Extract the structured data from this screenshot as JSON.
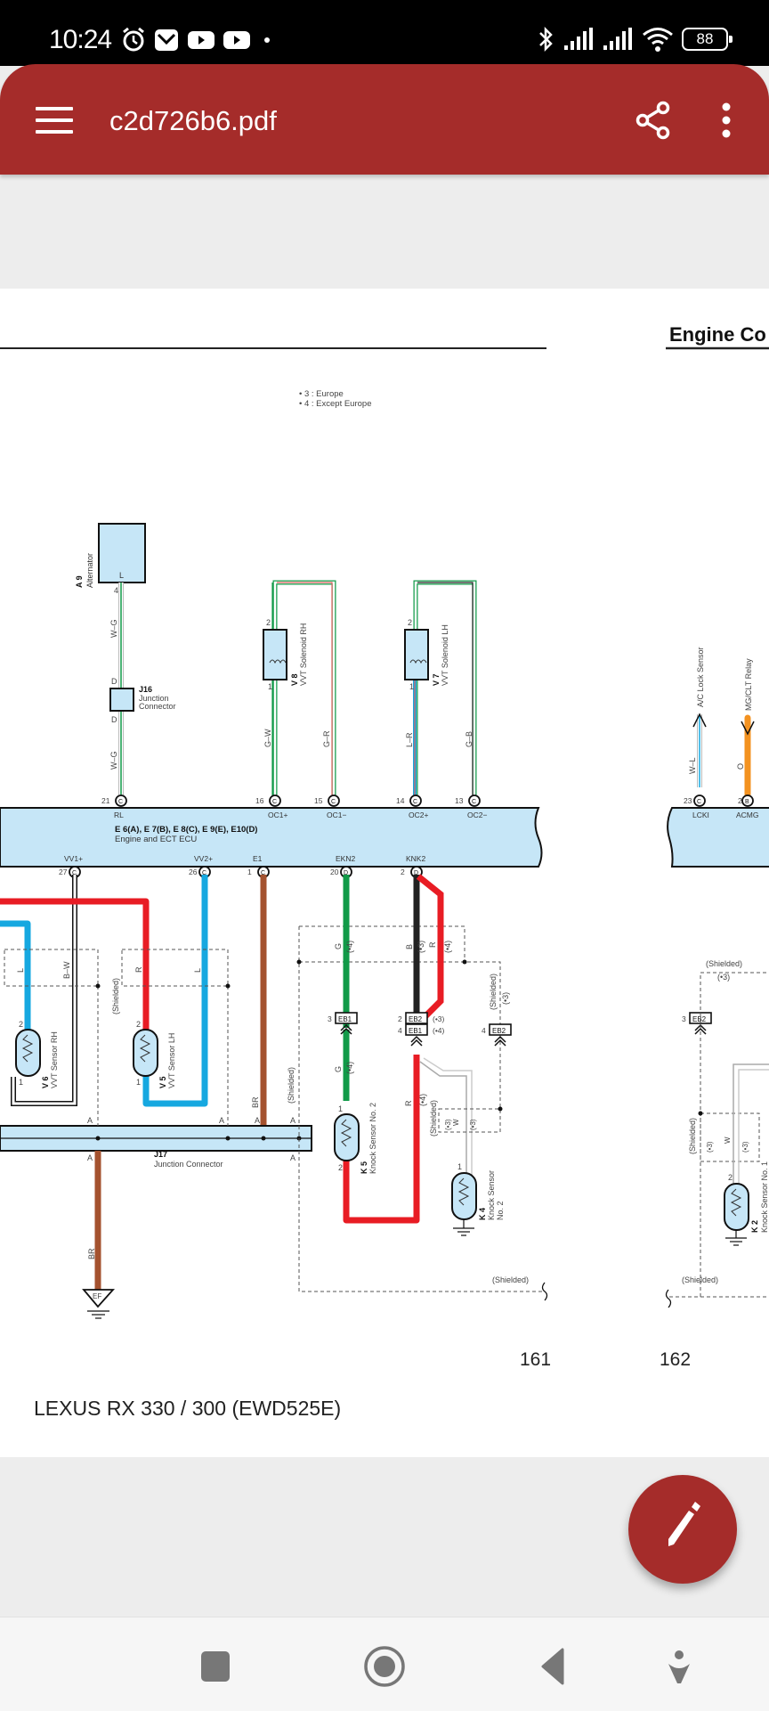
{
  "status_bar": {
    "time": "10:24",
    "battery": "88",
    "left_icons": [
      "alarm-icon",
      "mail-icon",
      "youtube-icon",
      "youtube-icon",
      "dot-icon"
    ],
    "right_icons": [
      "bluetooth-icon",
      "signal-icon",
      "signal-icon",
      "wifi-icon",
      "battery-icon"
    ]
  },
  "app_bar": {
    "title": "c2d726b6.pdf",
    "menu_icon": "hamburger-menu-icon",
    "share_icon": "share-icon",
    "more_icon": "more-vert-icon"
  },
  "document": {
    "section_title_right": "Engine Co",
    "notes": [
      "• 3 : Europe",
      "• 4 : Except Europe"
    ],
    "page_numbers": [
      "161",
      "162"
    ],
    "footer": "LEXUS RX 330 / 300 (EWD525E)",
    "components": {
      "alternator": {
        "id": "A 9",
        "name": "Alternator",
        "pin_label": "L",
        "pin": "4",
        "wire": "W–G"
      },
      "j16": {
        "id": "J16",
        "name1": "Junction",
        "name2": "Connector",
        "pin_top": "D",
        "pin_bottom": "D",
        "wire": "W–G"
      },
      "v8": {
        "id": "V 8",
        "name": "VVT Solenoid RH",
        "pin_top": "2",
        "pin_bottom": "1",
        "wire_left": "G–W",
        "wire_right": "G–R"
      },
      "v7": {
        "id": "V 7",
        "name": "VVT Solenoid LH",
        "pin_top": "2",
        "pin_bottom": "1",
        "wire_left": "L–R",
        "wire_right": "G–B"
      },
      "ecu": {
        "id": "E 6(A), E 7(B), E 8(C), E 9(E), E10(D)",
        "name": "Engine and ECT ECU",
        "top_terminals": [
          {
            "num": "21",
            "conn": "C",
            "label": "RL"
          },
          {
            "num": "16",
            "conn": "C",
            "label": "OC1+"
          },
          {
            "num": "15",
            "conn": "C",
            "label": "OC1−"
          },
          {
            "num": "14",
            "conn": "C",
            "label": "OC2+"
          },
          {
            "num": "13",
            "conn": "C",
            "label": "OC2−"
          }
        ],
        "bottom_terminals": [
          {
            "num": "27",
            "conn": "C",
            "label": "VV1+"
          },
          {
            "num": "26",
            "conn": "C",
            "label": "VV2+"
          },
          {
            "num": "1",
            "conn": "C",
            "label": "E1"
          },
          {
            "num": "20",
            "conn": "D",
            "label": "EKN2"
          },
          {
            "num": "2",
            "conn": "D",
            "label": "KNK2"
          }
        ],
        "right_terminals": [
          {
            "num": "23",
            "conn": "C",
            "label": "LCKI",
            "wire": "W–L",
            "dest": "A/C Lock Sensor"
          },
          {
            "num": "2",
            "conn": "B",
            "label": "ACMG",
            "wire": "O",
            "dest": "MG/CLT Relay"
          }
        ]
      },
      "v6": {
        "id": "V 6",
        "name": "VVT Sensor RH",
        "pin_top": "2",
        "pin_bottom": "1",
        "wire_1": "L",
        "wire_2": "B–W"
      },
      "v5": {
        "id": "V 5",
        "name": "VVT Sensor LH",
        "pin_top": "2",
        "pin_bottom": "1",
        "wire_1": "R",
        "wire_2": "L"
      },
      "e1_wire": "BR",
      "j17": {
        "id": "J17",
        "name": "Junction Connector",
        "pin": "A"
      },
      "ground": {
        "label": "EF",
        "wire": "BR"
      },
      "k5": {
        "id": "K 5",
        "name": "Knock Sensor No. 2",
        "pin_top": "1",
        "pin_bottom": "2"
      },
      "k4": {
        "id": "K 4",
        "name1": "Knock Sensor",
        "name2": "No. 2",
        "pin": "1"
      },
      "k2": {
        "id": "K 2",
        "name": "Knock Sensor No. 1",
        "pin": "2"
      },
      "eb_connectors": {
        "eb1_left": {
          "pin": "3",
          "label": "EB1"
        },
        "eb2_mid": {
          "pin": "2",
          "label": "EB2",
          "note": "(•3)"
        },
        "eb1_mid": {
          "pin": "4",
          "label": "EB1",
          "note": "(•4)"
        },
        "eb2_right": {
          "pin": "4",
          "label": "EB2"
        },
        "eb2_far": {
          "pin": "3",
          "label": "EB2"
        }
      },
      "labels": {
        "shielded": "(Shielded)",
        "n3": "(•3)",
        "n4": "(•4)",
        "g": "G",
        "b": "B",
        "r": "R",
        "w": "W",
        "l": "L"
      }
    }
  },
  "fab": {
    "icon": "pencil-edit-icon"
  },
  "nav_bar": {
    "buttons": [
      "recents-button",
      "home-button",
      "back-button",
      "accessibility-button"
    ]
  },
  "colors": {
    "brand": "#a52c2a",
    "ecu_fill": "#c6e6f7",
    "wire_red": "#e81c24",
    "wire_blue": "#16a8e0",
    "wire_green": "#119a48",
    "wire_brown": "#a4522f",
    "wire_orange": "#f39220"
  }
}
